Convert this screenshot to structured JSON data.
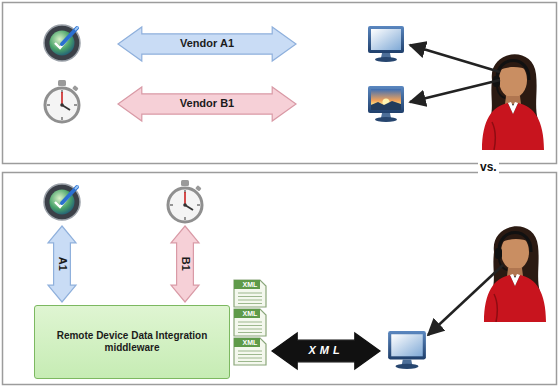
{
  "diagram": {
    "nodes": [
      {
        "text": [
          "Vendor A1"
        ]
      },
      {
        "text": [
          "Vendor B1"
        ]
      },
      {
        "text": [
          "A1"
        ]
      },
      {
        "text": [
          "B1"
        ]
      },
      {
        "text": [
          "Remote Device Data Integration middleware"
        ]
      },
      {
        "text": [
          "XML"
        ]
      },
      {
        "text": [
          "XML"
        ]
      },
      {
        "text": [
          "XML"
        ]
      },
      {
        "text": [
          "XML"
        ]
      }
    ],
    "labels": [
      "vs."
    ]
  }
}
